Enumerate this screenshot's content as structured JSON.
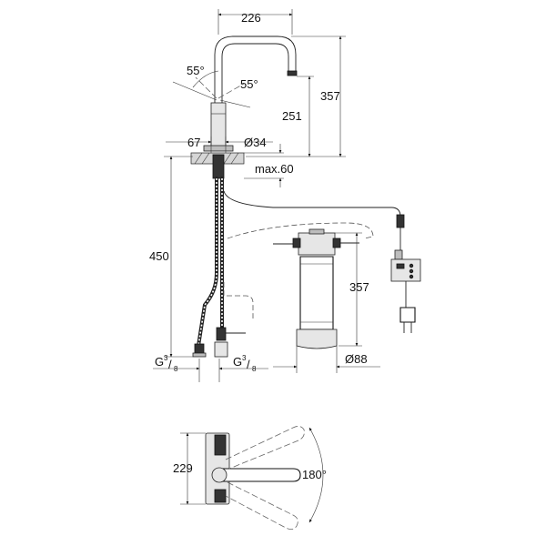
{
  "dimensions": {
    "spout_reach": "226",
    "angle_left": "55°",
    "angle_right": "55°",
    "spout_height_total": "357",
    "spout_outlet_height": "251",
    "body_offset": "67",
    "body_diameter": "Ø34",
    "max_deck": "max.60",
    "hose_length": "450",
    "filter_height": "357",
    "filter_diameter": "Ø88",
    "thread_left_main": "G",
    "thread_left_num": "3",
    "thread_left_den": "8",
    "thread_right_main": "G",
    "thread_right_num": "3",
    "thread_right_den": "8",
    "plan_depth": "229",
    "swivel_angle": "180°"
  }
}
